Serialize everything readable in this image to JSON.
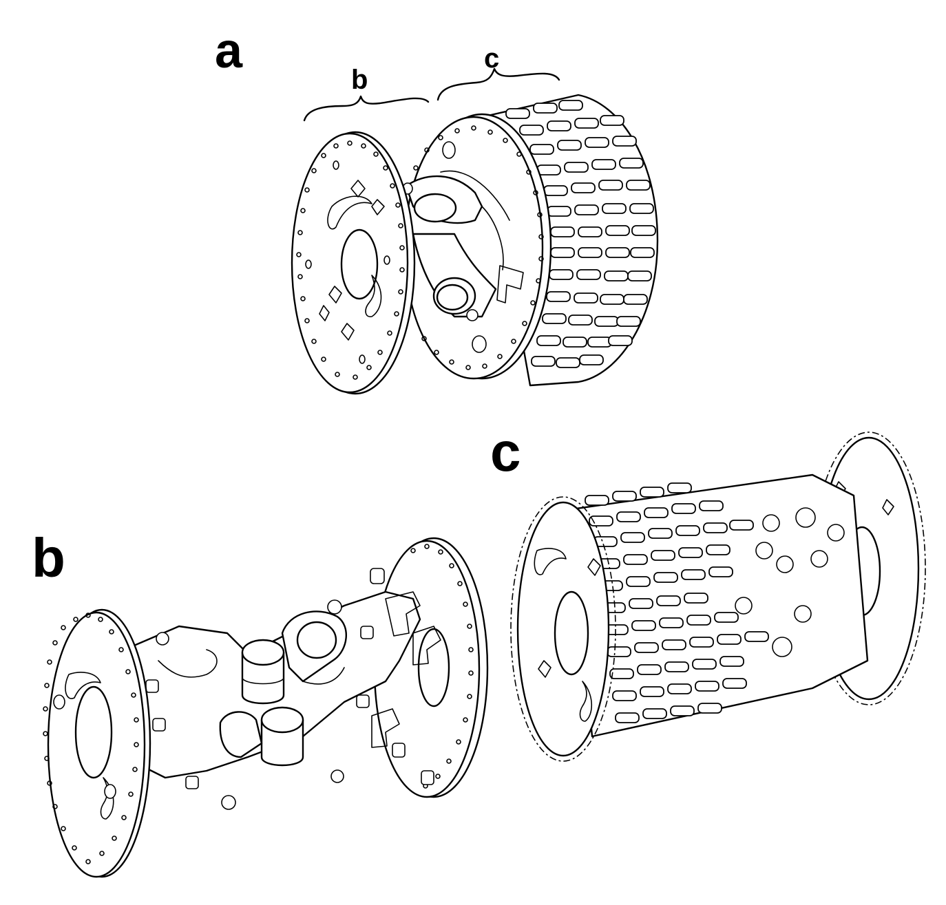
{
  "panel_labels": {
    "a": "a",
    "b": "b",
    "c": "c"
  },
  "braces": {
    "b_label": "b",
    "c_label": "c"
  },
  "colors": {
    "line": "#000000",
    "background": "#ffffff"
  },
  "components": {
    "panel_a": "assembled-robot-drawing",
    "panel_b": "joint-module-drawing",
    "panel_c": "roller-module-drawing"
  }
}
